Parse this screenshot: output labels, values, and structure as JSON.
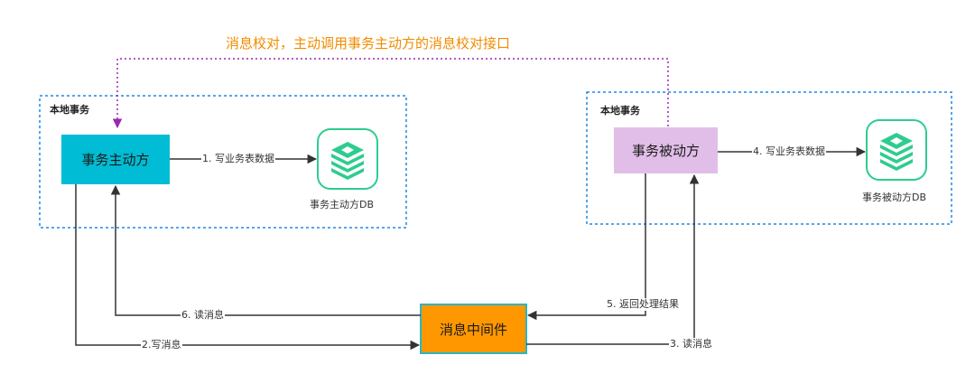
{
  "top_note": "消息校对，主动调用事务主动方的消息校对接口",
  "groups": {
    "left_title": "本地事务",
    "right_title": "本地事务"
  },
  "nodes": {
    "active": "事务主动方",
    "passive": "事务被动方",
    "mq": "消息中间件"
  },
  "databases": {
    "active_db": "事务主动方DB",
    "passive_db": "事务被动方DB"
  },
  "edges": {
    "e1": "1. 写业务表数据",
    "e2": "2.写消息",
    "e3": "3. 读消息",
    "e4": "4. 写业务表数据",
    "e5": "5. 返回处理结果",
    "e6": "6. 读消息"
  },
  "colors": {
    "active_fill": "#00bcd4",
    "passive_fill": "#e1bee7",
    "mq_fill": "#ff9800",
    "mq_border": "#2bb5c4",
    "group_border": "#1e88e5",
    "note_line": "#9c27b0",
    "note_text": "#f08c00",
    "db_green": "#2ecc8f"
  },
  "icons": {
    "db": "database-stack-icon"
  }
}
